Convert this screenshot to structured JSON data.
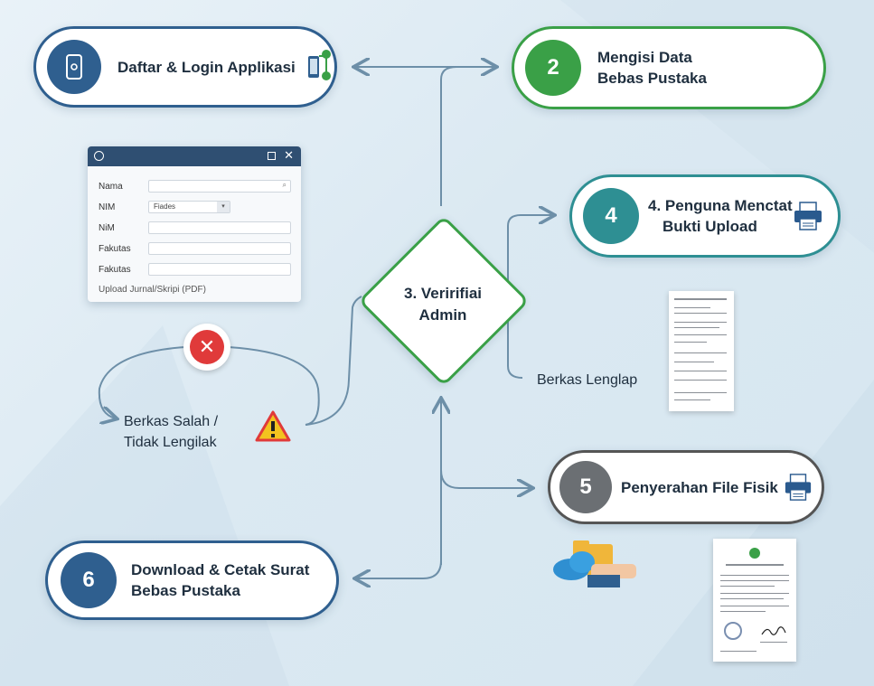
{
  "steps": {
    "s1": {
      "label": "Daftar & Login Applikasi"
    },
    "s2": {
      "number": "2",
      "line1": "Mengisi Data",
      "line2": "Bebas Pustaka"
    },
    "s3": {
      "line1": "3. Veririfiai",
      "line2": "Admin"
    },
    "s4": {
      "number": "4",
      "line1": "4. Penguna Menctat",
      "line2": "Bukti Upload"
    },
    "s5": {
      "number": "5",
      "label": "Penyerahan File Fisik"
    },
    "s6": {
      "number": "6",
      "line1": "Download & Cetak Surat",
      "line2": "Bebas Pustaka"
    }
  },
  "form": {
    "fields": [
      "Nama",
      "NIM",
      "NiM",
      "Fakutas",
      "Fakutas"
    ],
    "select_value": "Fiades",
    "upload_label": "Upload Jurnal/Skripi (PDF)"
  },
  "labels": {
    "error_line1": "Berkas Salah /",
    "error_line2": "Tidak Lengilak",
    "complete": "Berkas Lenglap"
  },
  "colors": {
    "blue": "#2f5f8f",
    "green": "#3aa047",
    "teal": "#2e8f93",
    "gray": "#6b6f73",
    "navy": "#2a5a8e",
    "arrow": "#6d8fa8",
    "error": "#e03a3a"
  },
  "icons": {
    "s1_left": "phone-icon",
    "s1_right": "flowchart-icon",
    "s4": "printer-icon",
    "s5": "printer-icon",
    "error": "close-icon",
    "warning": "warning-icon",
    "cloud": "cloud-folder-icon"
  }
}
